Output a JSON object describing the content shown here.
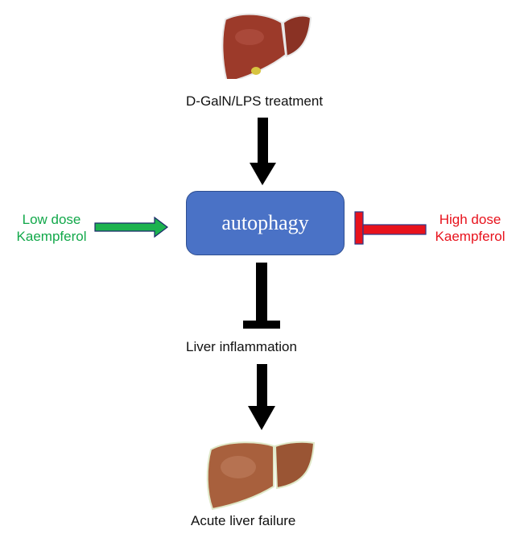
{
  "nodes": {
    "treatment": "D-GalN/LPS treatment",
    "autophagy": "autophagy",
    "low_dose": [
      "Low dose",
      "Kaempferol"
    ],
    "high_dose": [
      "High dose",
      "Kaempferol"
    ],
    "inflammation": "Liver inflammation",
    "outcome": "Acute liver failure"
  },
  "edges": [
    {
      "from": "treatment",
      "to": "autophagy",
      "type": "activates"
    },
    {
      "from": "low_dose",
      "to": "autophagy",
      "type": "activates"
    },
    {
      "from": "high_dose",
      "to": "autophagy",
      "type": "inhibits"
    },
    {
      "from": "autophagy",
      "to": "inflammation",
      "type": "inhibits"
    },
    {
      "from": "inflammation",
      "to": "outcome",
      "type": "activates"
    }
  ],
  "colors": {
    "low_dose": "#12a84a",
    "high_dose": "#e8121c",
    "autophagy_box": "#4a72c6",
    "liver_healthy": "#9c3a2a",
    "liver_failed": "#a8603d"
  }
}
